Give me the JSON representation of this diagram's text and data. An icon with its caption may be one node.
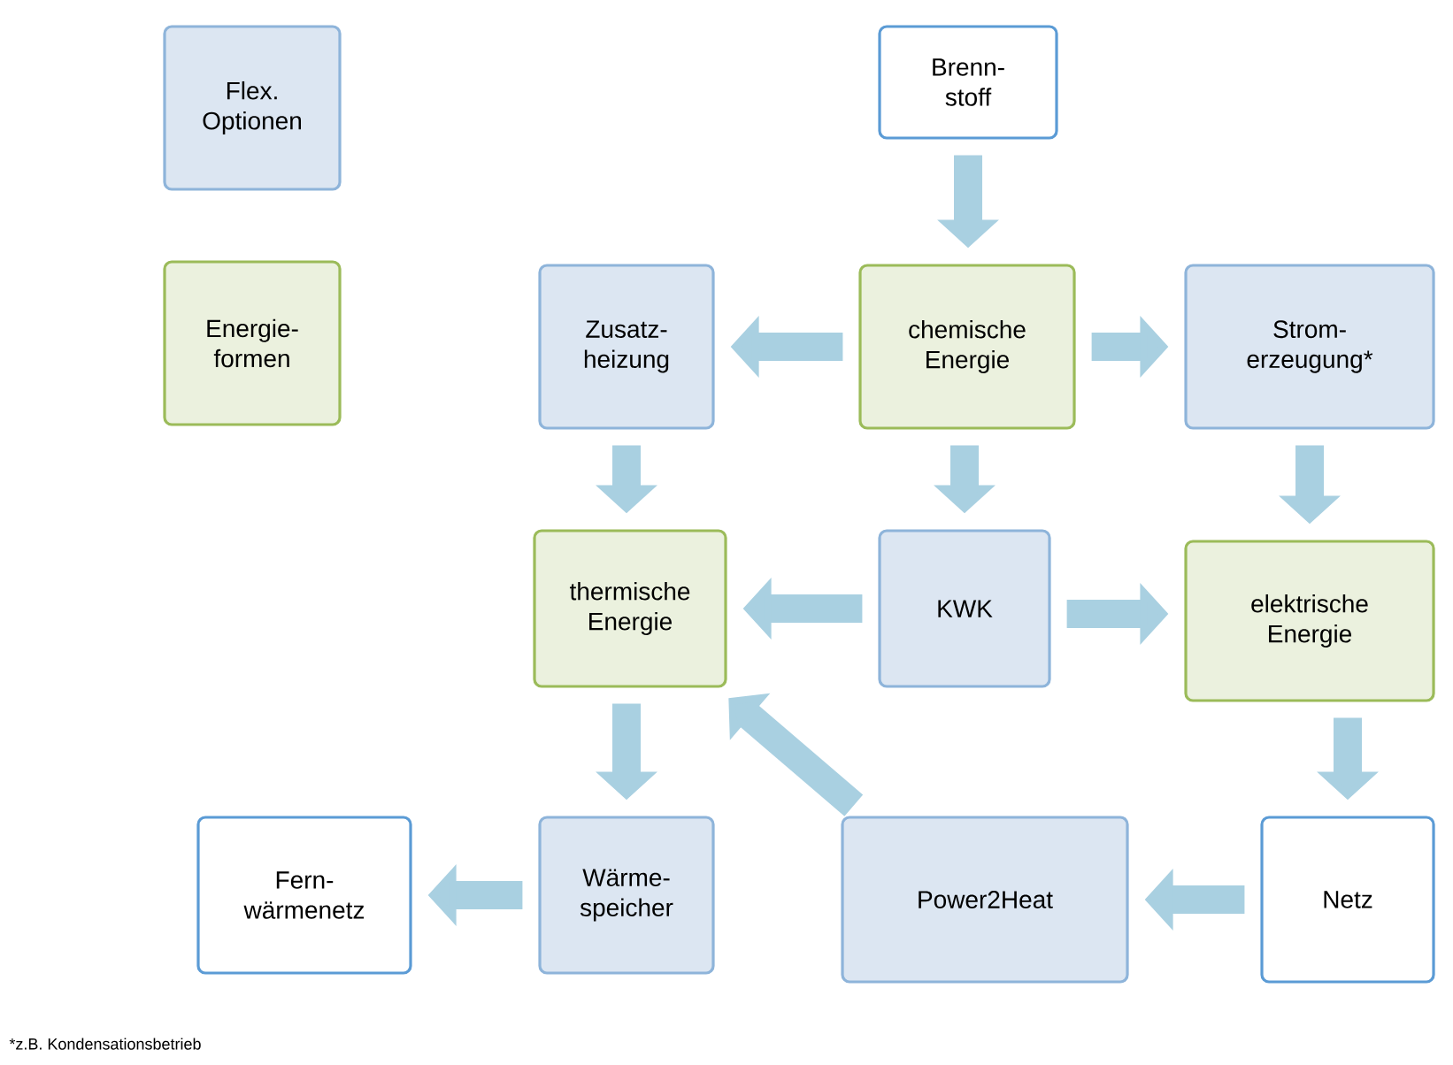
{
  "diagram": {
    "nodes": [
      {
        "text": [
          "Flex. Optionen"
        ]
      },
      {
        "text": [
          "Brenn- stoff"
        ]
      },
      {
        "text": [
          "Energie- formen"
        ]
      },
      {
        "text": [
          "Zusatz- heizung"
        ]
      },
      {
        "text": [
          "chemische Energie"
        ]
      },
      {
        "text": [
          "Strom- erzeugung*"
        ]
      },
      {
        "text": [
          "thermische Energie"
        ]
      },
      {
        "text": [
          "KWK"
        ]
      },
      {
        "text": [
          "elektrische Energie"
        ]
      },
      {
        "text": [
          "Fern- wärmenetz"
        ]
      },
      {
        "text": [
          "Wärme- speicher"
        ]
      },
      {
        "text": [
          "Power2Heat"
        ]
      },
      {
        "text": [
          "Netz"
        ]
      }
    ],
    "edges": [
      {
        "from": 1,
        "to": 4,
        "arrow": "to"
      },
      {
        "from": 4,
        "to": 3,
        "arrow": "to"
      },
      {
        "from": 4,
        "to": 5,
        "arrow": "to"
      },
      {
        "from": 3,
        "to": 6,
        "arrow": "to"
      },
      {
        "from": 4,
        "to": 7,
        "arrow": "to"
      },
      {
        "from": 5,
        "to": 8,
        "arrow": "to"
      },
      {
        "from": 7,
        "to": 6,
        "arrow": "to"
      },
      {
        "from": 7,
        "to": 8,
        "arrow": "to"
      },
      {
        "from": 6,
        "to": 10,
        "arrow": "to"
      },
      {
        "from": 8,
        "to": 12,
        "arrow": "to"
      },
      {
        "from": 12,
        "to": 11,
        "arrow": "to"
      },
      {
        "from": 11,
        "to": 6,
        "arrow": "to"
      },
      {
        "from": 10,
        "to": 9,
        "arrow": "to"
      }
    ],
    "labels": [
      "*z.B. Kondensationsbetrieb"
    ]
  }
}
